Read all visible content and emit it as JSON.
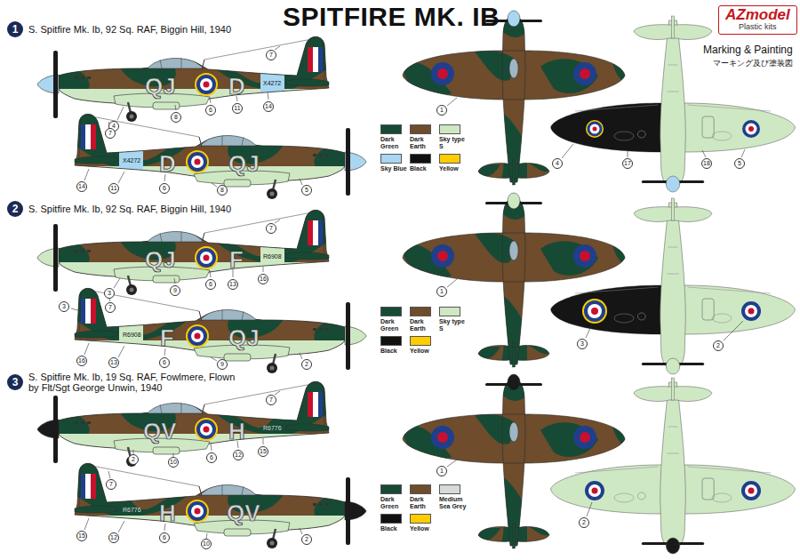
{
  "diagram": {
    "title": "SPITFIRE MK. IB",
    "nodes": [
      {
        "text": [
          "AZmodel",
          "Plastic kits"
        ]
      }
    ],
    "labels": [
      "1",
      "S. Spitfire Mk. Ib, 92 Sq. RAF, Biggin Hill, 1940",
      "QJ",
      "D",
      "X4272",
      "7",
      "14",
      "11",
      "6",
      "8",
      "4",
      "D",
      "QJ",
      "X4272",
      "7",
      "14",
      "11",
      "6",
      "8",
      "5",
      "1",
      "4",
      "17",
      "18",
      "5",
      "Marking & Painting",
      "マーキング及び塗装図",
      "2",
      "S. Spitfire Mk. Ib, 92 Sq. RAF, Biggin Hill, 1940",
      "QJ",
      "F",
      "R6908",
      "7",
      "3",
      "9",
      "6",
      "13",
      "16",
      "F",
      "QJ",
      "R6908",
      "3",
      "7",
      "16",
      "13",
      "6",
      "9",
      "2",
      "1",
      "3",
      "2",
      "3",
      "S. Spitfire Mk. Ib, 19 Sq. RAF, Fowlmere, Flown by Flt/Sgt George Unwin, 1940",
      "QV",
      "H",
      "R6776",
      "7",
      "2",
      "10",
      "6",
      "12",
      "15",
      "H",
      "QV",
      "R6776",
      "7",
      "15",
      "12",
      "6",
      "10",
      "2",
      "1",
      "2"
    ],
    "legend": [
      {
        "text": "Dark Green",
        "color": "#174a35"
      },
      {
        "text": "Dark Earth",
        "color": "#6e4c2c"
      },
      {
        "text": "Sky type S",
        "color": "#cfe8c4"
      },
      {
        "text": "Sky Blue",
        "color": "#a9d6f0"
      },
      {
        "text": "Black",
        "color": "#111111"
      },
      {
        "text": "Yellow",
        "color": "#ffcc00"
      },
      {
        "text": "Dark Green",
        "color": "#174a35"
      },
      {
        "text": "Dark Earth",
        "color": "#6e4c2c"
      },
      {
        "text": "Sky type S",
        "color": "#cfe8c4"
      },
      {
        "text": "Black",
        "color": "#111111"
      },
      {
        "text": "Yellow",
        "color": "#ffcc00"
      },
      {
        "text": "Dark Green",
        "color": "#174a35"
      },
      {
        "text": "Dark Earth",
        "color": "#6e4c2c"
      },
      {
        "text": "Medium Sea Grey",
        "color": "#d6dadb"
      },
      {
        "text": "Black",
        "color": "#111111"
      },
      {
        "text": "Yellow",
        "color": "#ffcc00"
      }
    ]
  }
}
